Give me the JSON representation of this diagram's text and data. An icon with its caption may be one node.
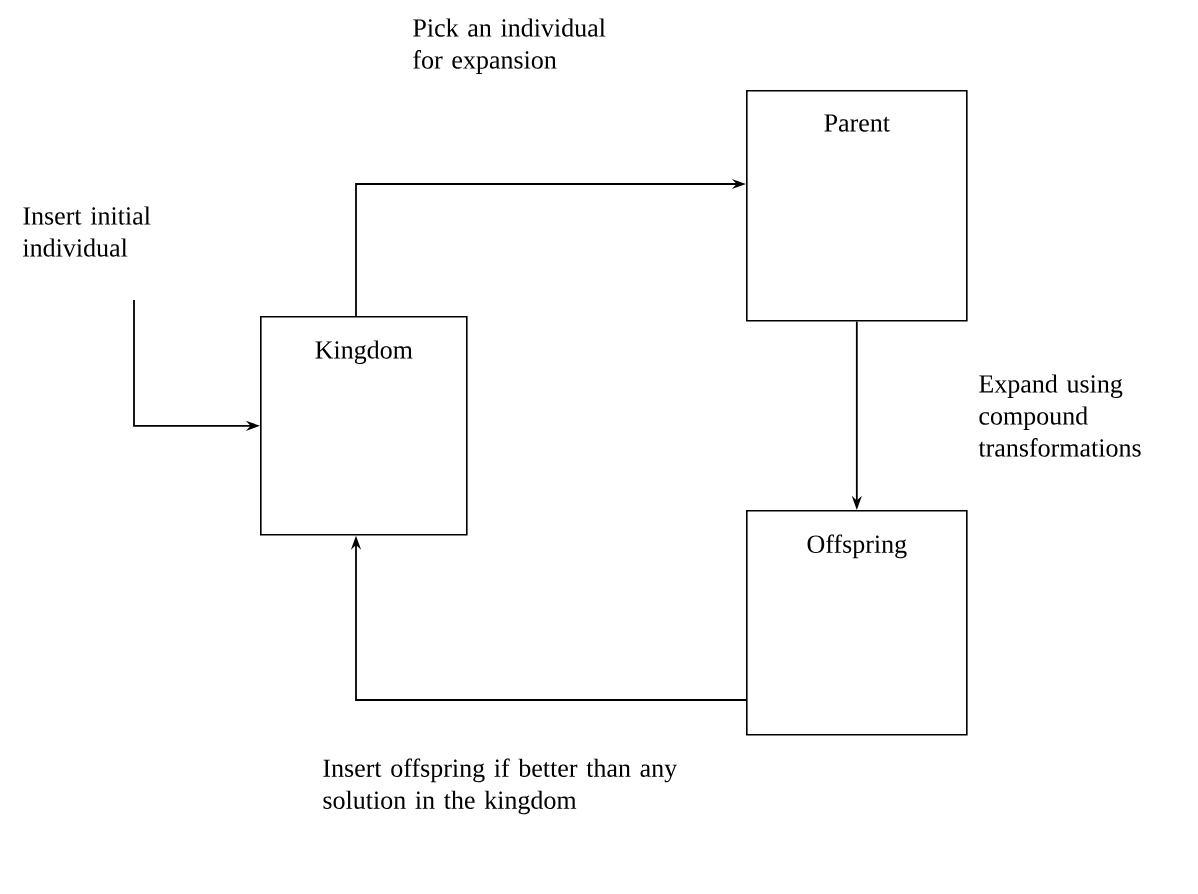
{
  "diagram": {
    "nodes": [
      {
        "text": [
          "Kingdom"
        ]
      },
      {
        "text": [
          "Parent"
        ]
      },
      {
        "text": [
          "Offspring"
        ]
      }
    ],
    "edges": [
      {
        "from": null,
        "to": 0,
        "arrow": "to",
        "label": "Insert initial individual"
      },
      {
        "from": 0,
        "to": 1,
        "arrow": "to",
        "label": "Pick an individual for expansion"
      },
      {
        "from": 1,
        "to": 2,
        "arrow": "to",
        "label": "Expand using compound transformations"
      },
      {
        "from": 2,
        "to": 0,
        "arrow": "to",
        "label": "Insert offspring if better than any solution in the kingdom"
      }
    ]
  }
}
